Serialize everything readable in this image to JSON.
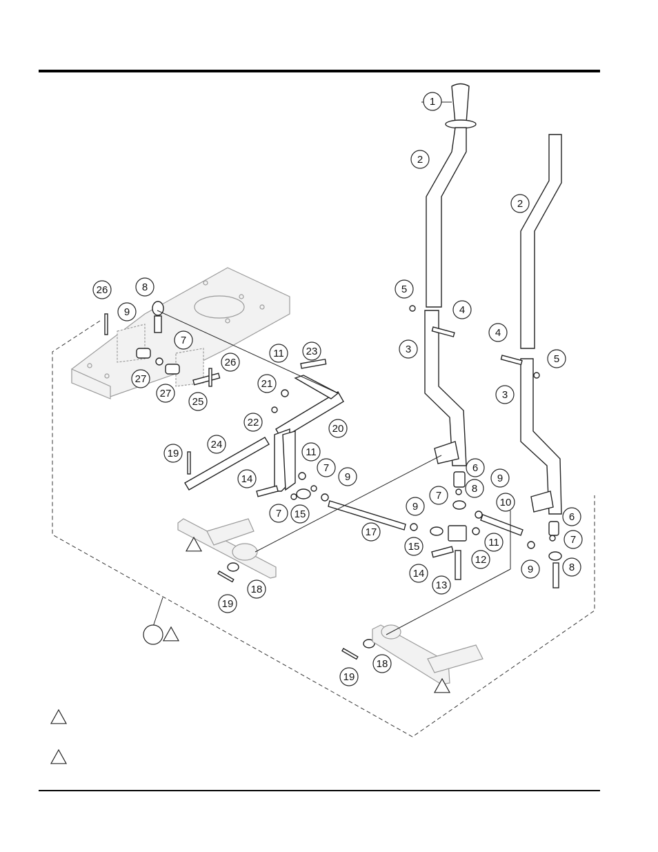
{
  "callouts": [
    {
      "label": "1"
    },
    {
      "label": "2"
    },
    {
      "label": "2"
    },
    {
      "label": "3"
    },
    {
      "label": "3"
    },
    {
      "label": "4"
    },
    {
      "label": "4"
    },
    {
      "label": "5"
    },
    {
      "label": "5"
    },
    {
      "label": "6"
    },
    {
      "label": "6"
    },
    {
      "label": "7"
    },
    {
      "label": "7"
    },
    {
      "label": "7"
    },
    {
      "label": "7"
    },
    {
      "label": "7"
    },
    {
      "label": "8"
    },
    {
      "label": "8"
    },
    {
      "label": "8"
    },
    {
      "label": "9"
    },
    {
      "label": "9"
    },
    {
      "label": "9"
    },
    {
      "label": "9"
    },
    {
      "label": "9"
    },
    {
      "label": "10"
    },
    {
      "label": "11"
    },
    {
      "label": "11"
    },
    {
      "label": "11"
    },
    {
      "label": "12"
    },
    {
      "label": "13"
    },
    {
      "label": "14"
    },
    {
      "label": "14"
    },
    {
      "label": "15"
    },
    {
      "label": "15"
    },
    {
      "label": "17"
    },
    {
      "label": "18"
    },
    {
      "label": "18"
    },
    {
      "label": "19"
    },
    {
      "label": "19"
    },
    {
      "label": "19"
    },
    {
      "label": "20"
    },
    {
      "label": "21"
    },
    {
      "label": "22"
    },
    {
      "label": "23"
    },
    {
      "label": "24"
    },
    {
      "label": "25"
    },
    {
      "label": "26"
    },
    {
      "label": "26"
    },
    {
      "label": "27"
    },
    {
      "label": "27"
    }
  ],
  "note_symbols": [
    "triangle",
    "triangle",
    "circle-triangle",
    "triangle",
    "triangle"
  ],
  "colors": {
    "line": "#222222",
    "ghost": "#9a9a9a",
    "rule": "#000000"
  }
}
